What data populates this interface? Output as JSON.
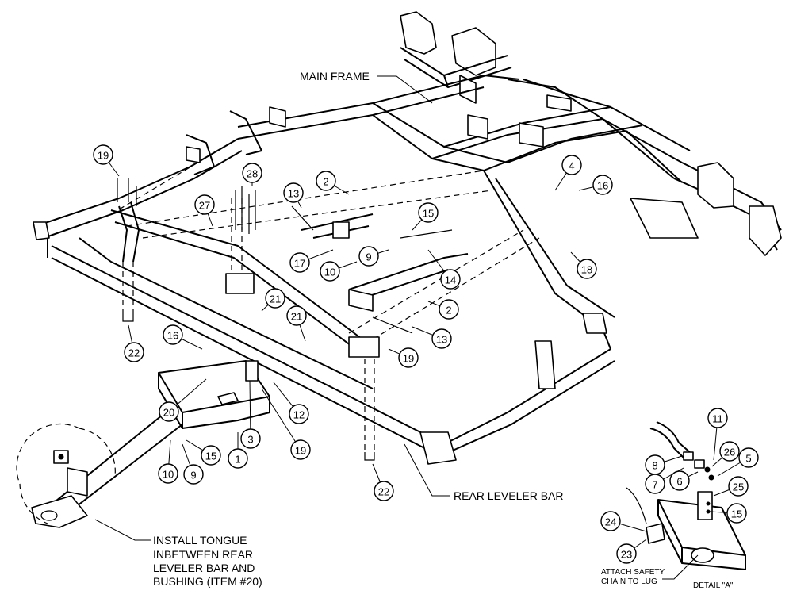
{
  "labels": {
    "main_frame": "MAIN FRAME",
    "rear_leveler_bar": "REAR LEVELER BAR",
    "install_note_1": "INSTALL TONGUE",
    "install_note_2": "INBETWEEN REAR",
    "install_note_3": "LEVELER BAR AND",
    "install_note_4": "BUSHING (ITEM #20)",
    "attach_note_1": "ATTACH SAFETY",
    "attach_note_2": "CHAIN TO LUG",
    "detail_title": "DETAIL \"A\""
  },
  "callouts": [
    "19",
    "28",
    "13",
    "2",
    "27",
    "15",
    "4",
    "16",
    "9",
    "17",
    "10",
    "14",
    "18",
    "21",
    "2",
    "16",
    "21",
    "13",
    "19",
    "22",
    "20",
    "12",
    "3",
    "19",
    "1",
    "15",
    "9",
    "10",
    "22",
    "11",
    "8",
    "26",
    "5",
    "7",
    "6",
    "25",
    "24",
    "15",
    "23"
  ]
}
